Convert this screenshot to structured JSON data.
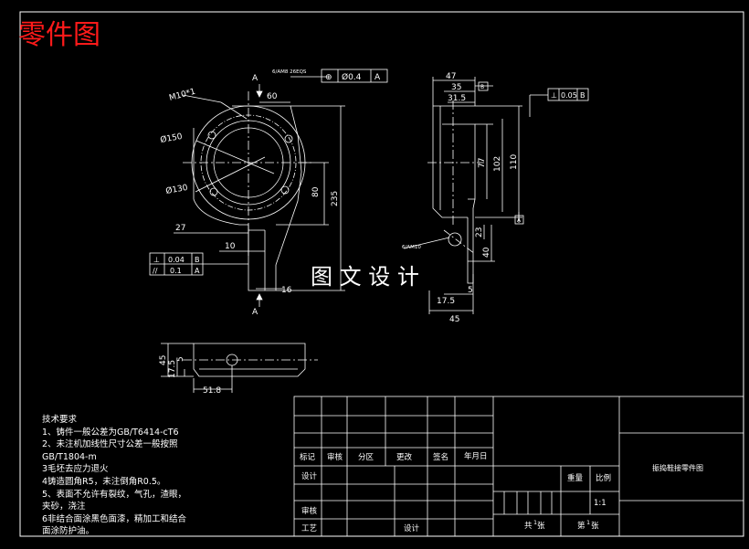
{
  "title": "零件图",
  "watermark": "图 文 设 计",
  "dims": {
    "left_view": {
      "m10": "M10*1",
      "a_top": "A",
      "dim60": "60",
      "phi150": "Ø150",
      "phi130": "Ø130",
      "dim27": "27",
      "dim10": "10",
      "dim80": "80",
      "dim235": "235",
      "dim16": "16",
      "a_bottom": "A",
      "fcf_top_sym": "⊕",
      "fcf_top_val": "Ø0.4",
      "fcf_top_ref": "A",
      "fcf_perp_sym": "⊥",
      "fcf_perp_val": "0.04",
      "fcf_perp_ref": "B",
      "fcf_par_sym": "//",
      "fcf_par_val": "0.1",
      "fcf_par_ref": "A",
      "thread_note": "6/AM8 26EQS"
    },
    "right_view": {
      "dim47": "47",
      "dim35": "35",
      "dim31_5": "31.5",
      "b_ref": "B",
      "fcf_perp_sym": "⊥",
      "fcf_perp_val": "0.05",
      "fcf_perp_ref": "B",
      "dim77": "77",
      "dim102": "102",
      "dim110": "110",
      "dim23": "23",
      "dim40": "40",
      "dim17_5": "17.5",
      "dim5": "5",
      "dim45": "45",
      "a_ref": "A",
      "thread_note": "6/AM10"
    },
    "bottom_view": {
      "dim45": "45",
      "dim17_5": "17.5",
      "dim5": "5",
      "dim51_8": "51.8"
    }
  },
  "notes": {
    "heading": "技术要求",
    "lines": [
      "1、铸件一般公差为GB/T6414-cT6",
      "2、未注机加线性尺寸公差一般按照",
      "GB/T1804-m",
      "3毛坯去应力退火",
      "4铸造圆角R5，未注倒角R0.5。",
      "5、表面不允许有裂纹，气孔，渣眼，",
      "夹砂，浇注",
      "6非结合面涂黑色面漆，精加工和结合",
      "面涂防护油。"
    ]
  },
  "title_block": {
    "biaoji": "标记",
    "chushu": "审核",
    "fenqu": "分区",
    "gengai": "更改",
    "qianming": "签名",
    "nianyueri": "年月日",
    "sheji": "设计",
    "shenhe": "审核",
    "gongyi": "工艺",
    "sheji2": "设计",
    "zhongliang": "重量",
    "bili": "比例",
    "bili_val": "1:1",
    "gong": "共",
    "gong_n": "1",
    "zhang": "张",
    "di": "第",
    "di_n": "1",
    "zhang2": "张",
    "drawing_name": "振捣鞋接零件图"
  },
  "colors": {
    "background": "#000000",
    "lines": "#ffffff",
    "title": "#ff1a1a"
  }
}
